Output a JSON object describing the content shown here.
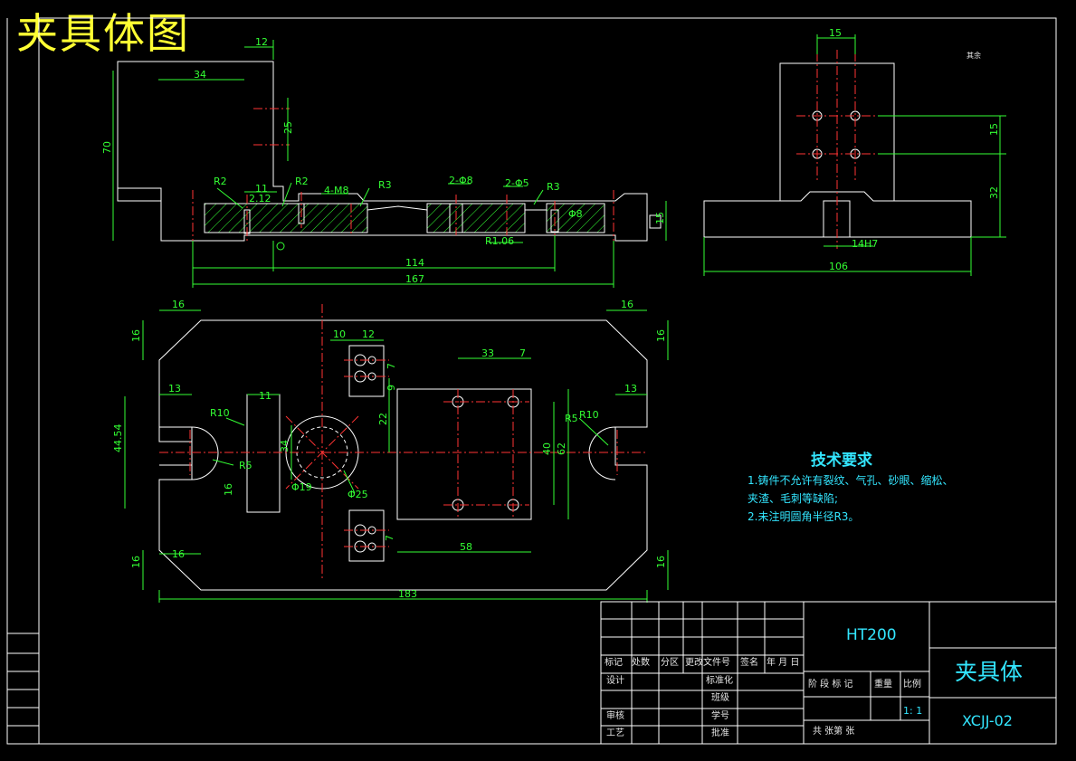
{
  "drawing": {
    "title": "夹具体图",
    "part_name": "夹具体",
    "material": "HT200",
    "drawing_number": "XCJJ-02",
    "scale": "1: 1",
    "surface_note": "其余",
    "technical_requirements": {
      "heading": "技术要求",
      "items": [
        "1.铸件不允许有裂纹、气孔、砂眼、缩松、",
        "夹渣、毛刺等缺陷;",
        "2.未注明圆角半径R3。"
      ]
    }
  },
  "title_block": {
    "revision_headers": [
      "标记",
      "处数",
      "分区",
      "更改文件号",
      "签名",
      "年 月 日"
    ],
    "row_labels": [
      "设计",
      "审核",
      "工艺"
    ],
    "mid_labels": [
      "标准化",
      "批准"
    ],
    "mid_extra": [
      "班级",
      "学号"
    ],
    "stage_headers": [
      "阶 段 标 记",
      "重量",
      "比例"
    ],
    "sheet_text": "共   张第   张"
  },
  "dimensions": {
    "front_view": [
      "12",
      "34",
      "70",
      "25",
      "R2",
      "11",
      "2.12",
      "R2",
      "4-M8",
      "R3",
      "2-Φ8",
      "2-Φ5",
      "R3",
      "Φ8",
      "R1.06",
      "15",
      "114",
      "167"
    ],
    "side_view": [
      "15",
      "15",
      "32",
      "14H7",
      "106"
    ],
    "top_view": [
      "16",
      "16",
      "16",
      "16",
      "13",
      "13",
      "10",
      "12",
      "33",
      "7",
      "7",
      "9",
      "R10",
      "R10",
      "R5",
      "R5",
      "11",
      "34",
      "44.54",
      "22",
      "40",
      "62",
      "Φ19",
      "Φ25",
      "7",
      "58",
      "16",
      "16",
      "16",
      "16",
      "183"
    ]
  },
  "colors": {
    "background": "#000000",
    "outline": "#ffffff",
    "dimension": "#33ff33",
    "centerline": "#ff3333",
    "title_yellow": "#ffff33",
    "annotation_cyan": "#33e6ff"
  }
}
